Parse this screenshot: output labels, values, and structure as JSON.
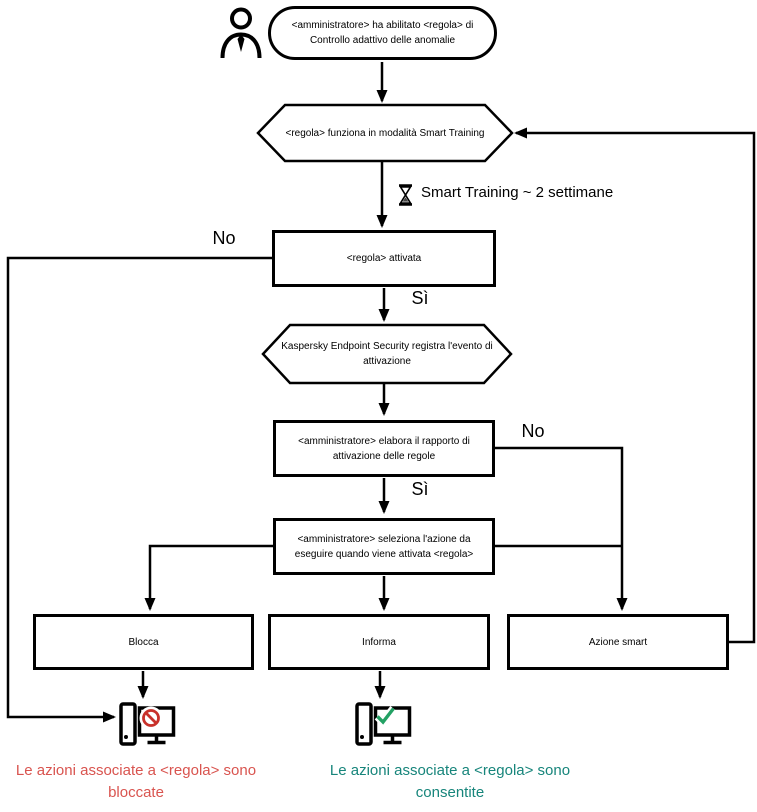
{
  "colors": {
    "line": "#000000",
    "node_border": "#000000",
    "blocked_text": "#d9544f",
    "allowed_text": "#17857b",
    "prohibit": "#c8312b",
    "check": "#23a164"
  },
  "nodes": {
    "start": [
      "<amministratore> ha abilitato <regola> di",
      "Controllo adattivo delle anomalie"
    ],
    "training_mode": [
      "<regola> funziona in modalità Smart Training"
    ],
    "rule_triggered": [
      "<regola> attivata"
    ],
    "event_registered": [
      "Kaspersky Endpoint Security registra l'evento di",
      "attivazione"
    ],
    "report_processed": [
      "<amministratore> elabora il rapporto di",
      "attivazione delle regole"
    ],
    "action_selected": [
      "<amministratore> seleziona l'azione da",
      "eseguire quando viene attivata <regola>"
    ],
    "action_block": [
      "Blocca"
    ],
    "action_inform": [
      "Informa"
    ],
    "action_smart": [
      "Azione smart"
    ]
  },
  "edge_labels": {
    "rule_not_triggered": "No",
    "rule_triggered_yes": "Sì",
    "report_not_processed": "No",
    "report_processed_yes": "Sì",
    "training_duration": "Smart Training ~ 2 settimane"
  },
  "outcomes": {
    "blocked": [
      "Le azioni associate a <regola> sono",
      "bloccate"
    ],
    "allowed": [
      "Le azioni associate a <regola> sono",
      "consentite"
    ]
  },
  "icons": {
    "administrator": "administrator-person-icon",
    "hourglass": "hourglass-icon",
    "computer_blocked": "computer-blocked-icon",
    "computer_allowed": "computer-allowed-icon"
  }
}
